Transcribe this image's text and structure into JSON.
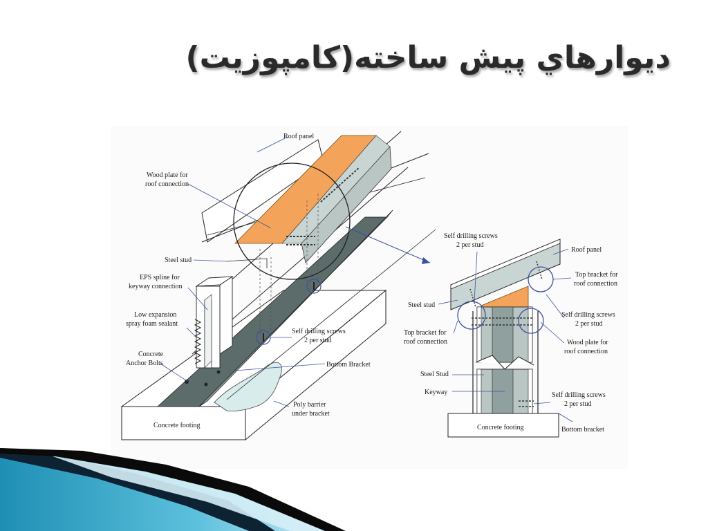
{
  "slide": {
    "title": "ديوارهاي پيش ساخته(كامپوزيت)"
  },
  "left_diagram": {
    "roof_panel": "Roof panel",
    "wood_plate_1": "Wood plate for",
    "wood_plate_2": "roof connection",
    "steel_stud": "Steel stud",
    "eps_1": "EPS spline for",
    "eps_2": "keyway connection",
    "foam_1": "Low expansion",
    "foam_2": "spray foam sealant",
    "anchor_1": "Concrete",
    "anchor_2": "Anchor Bolts",
    "screws_1": "Self drilling screws",
    "screws_2": "2 per stud",
    "bottom_bracket": "Bottom Bracket",
    "poly_1": "Poly barrier",
    "poly_2": "under bracket",
    "footing": "Concrete footing"
  },
  "right_diagram": {
    "screws_top_1": "Self drilling screws",
    "screws_top_2": "2 per stud",
    "roof_panel": "Roof panel",
    "top_bracket_r_1": "Top bracket for",
    "top_bracket_r_2": "roof connection",
    "steel_stud": "Steel stud",
    "screws_mid_1": "Self drilling screws",
    "screws_mid_2": "2 per stud",
    "top_bracket_l_1": "Top bracket for",
    "top_bracket_l_2": "roof connection",
    "wood_plate_1": "Wood plate for",
    "wood_plate_2": "roof connection",
    "steel_stud_2": "Steel Stud",
    "keyway": "Keyway",
    "screws_bot_1": "Self drilling screws",
    "screws_bot_2": "2 per stud",
    "footing": "Concrete footing",
    "bottom_bracket": "Bottom bracket"
  },
  "colors": {
    "wood": "#f4a45a",
    "steel": "#b9c6c4",
    "ice": "#d7eceb",
    "circle": "#3c50a0",
    "accent_blue": "#1e8fb4"
  }
}
